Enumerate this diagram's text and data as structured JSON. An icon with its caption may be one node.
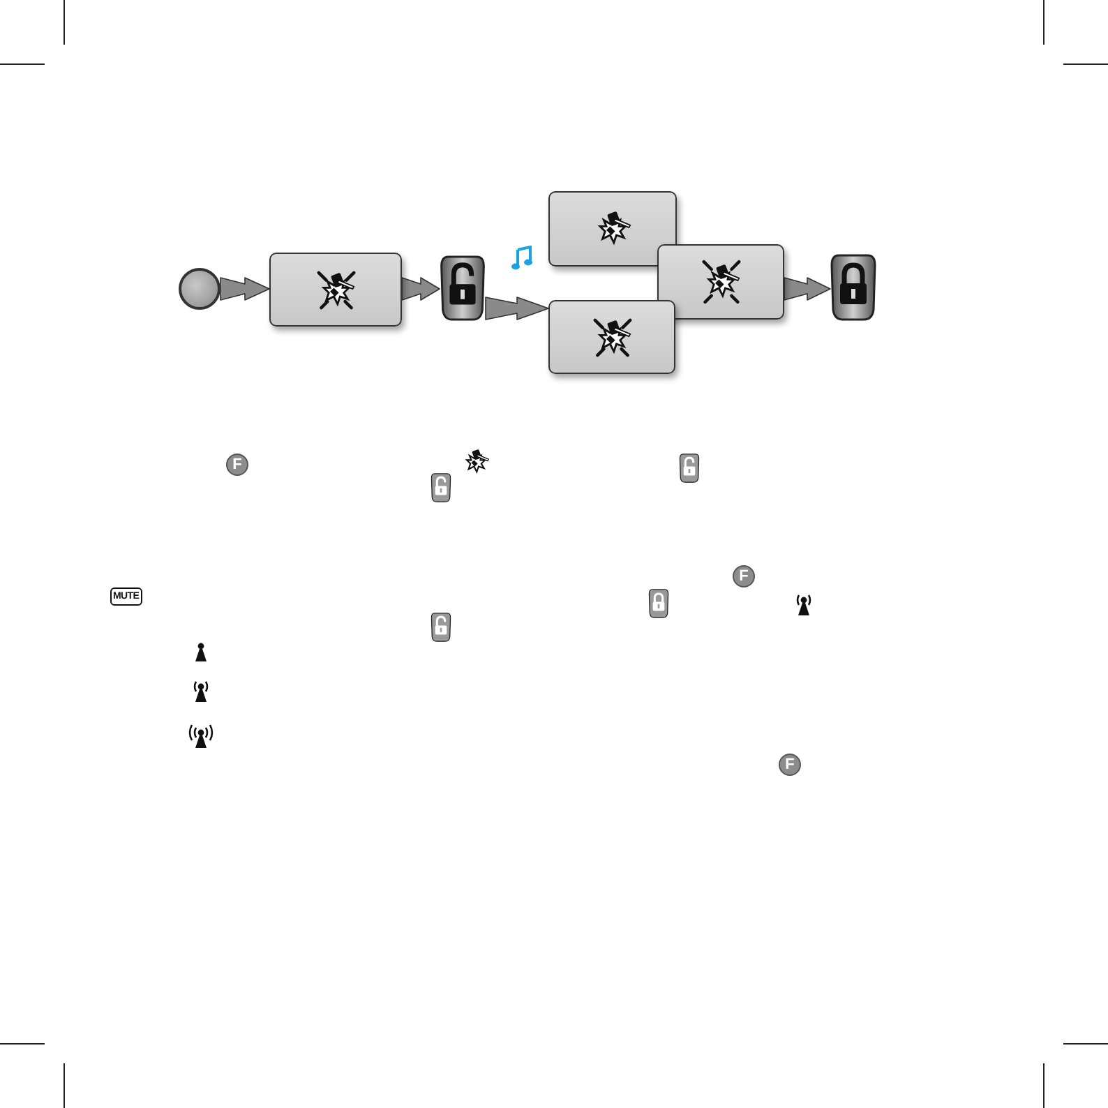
{
  "diagram": {
    "nodes": [
      {
        "text": [],
        "shape": "circle"
      },
      {
        "text": [],
        "shape": "box"
      },
      {
        "text": [],
        "shape": "picture"
      },
      {
        "text": [],
        "shape": "box"
      },
      {
        "text": [],
        "shape": "box"
      },
      {
        "text": [],
        "shape": "box"
      },
      {
        "text": [],
        "shape": "picture"
      }
    ],
    "edges": [
      {
        "from": 0,
        "to": 1,
        "arrow": "to"
      },
      {
        "from": 1,
        "to": 2,
        "arrow": "to"
      },
      {
        "from": 2,
        "to": 5,
        "arrow": "to"
      },
      {
        "from": 4,
        "to": 6,
        "arrow": "to"
      }
    ],
    "labels": [
      "F",
      "F",
      "MUTE",
      "F"
    ]
  }
}
